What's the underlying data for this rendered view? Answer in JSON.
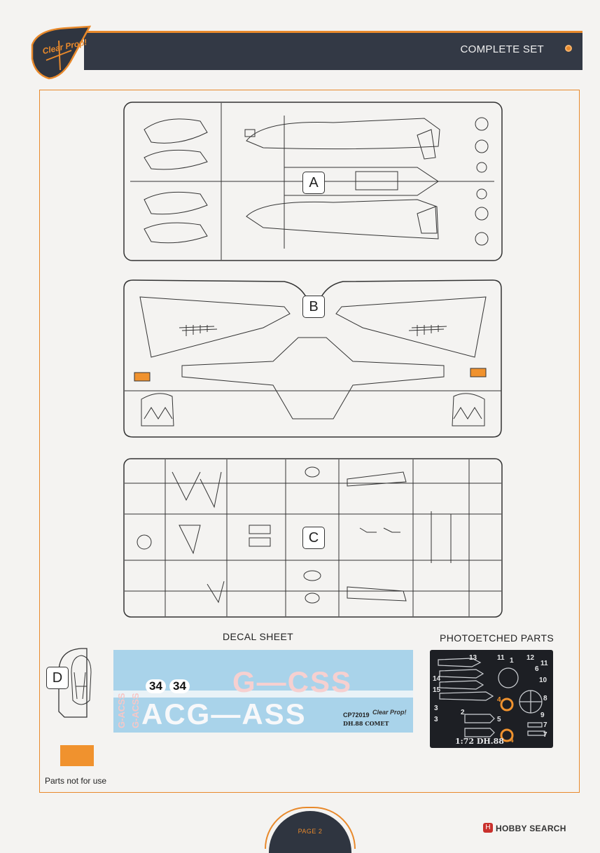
{
  "header": {
    "logo_text": "Clear Prop!",
    "title": "COMPLETE SET"
  },
  "sprues": [
    {
      "letter": "A"
    },
    {
      "letter": "B"
    },
    {
      "letter": "C"
    },
    {
      "letter": "D"
    }
  ],
  "decal_sheet": {
    "caption": "DECAL SHEET",
    "registrations": [
      "G—CSS",
      "ACG—ASS",
      "G-ACSS",
      "G-ACSS"
    ],
    "race_numbers": [
      "34",
      "34"
    ],
    "code": "CP72019",
    "name": "DH.88 COMET"
  },
  "photoetched": {
    "caption": "PHOTOETCHED PARTS",
    "scale_label": "1:72 DH.88",
    "part_numbers": [
      "13",
      "11",
      "1",
      "12",
      "6",
      "11",
      "10",
      "8",
      "14",
      "15",
      "2",
      "4",
      "7",
      "5",
      "9",
      "3",
      "3",
      "7",
      "4"
    ]
  },
  "legend": {
    "text": "Parts not for use",
    "color": "#f0922e"
  },
  "footer": {
    "page": "PAGE 2",
    "watermark": "HOBBY SEARCH"
  }
}
